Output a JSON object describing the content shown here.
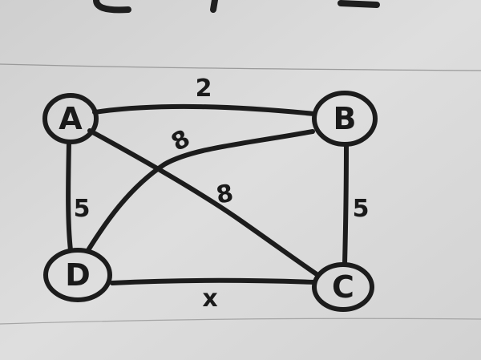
{
  "colors": {
    "ink": "#1c1c1c",
    "paper": "#dcdcdc",
    "paper_edge": "#e8e8e8"
  },
  "graph": {
    "nodes": [
      {
        "id": "A",
        "label": "A"
      },
      {
        "id": "B",
        "label": "B"
      },
      {
        "id": "C",
        "label": "C"
      },
      {
        "id": "D",
        "label": "D"
      }
    ],
    "edges": [
      {
        "from": "A",
        "to": "B",
        "weight": "2"
      },
      {
        "from": "B",
        "to": "D",
        "weight": "8"
      },
      {
        "from": "A",
        "to": "C",
        "weight": "8"
      },
      {
        "from": "A",
        "to": "D",
        "weight": "5"
      },
      {
        "from": "B",
        "to": "C",
        "weight": "5"
      },
      {
        "from": "D",
        "to": "C",
        "weight": "x"
      }
    ]
  }
}
